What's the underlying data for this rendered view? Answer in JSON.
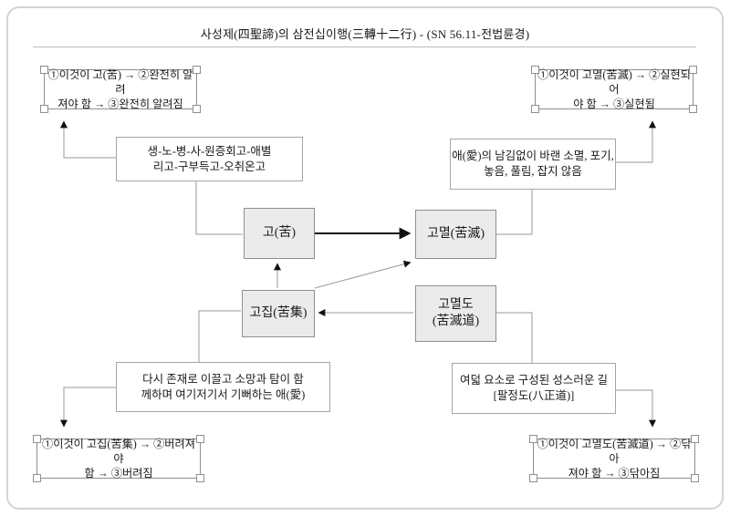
{
  "page": {
    "title": "사성제(四聖諦)의 삼전십이행(三轉十二行) - (SN 56.11-전법륜경)"
  },
  "nodes": {
    "suffering": {
      "label": "고(苦)"
    },
    "cessation": {
      "label": "고멸(苦滅)"
    },
    "origin": {
      "label": "고집(苦集)"
    },
    "path": {
      "line1": "고멸도",
      "line2": "(苦滅道)"
    }
  },
  "descriptions": {
    "suffering_desc": {
      "line1": "생-노-병-사-원증회고-애별",
      "line2": "리고-구부득고-오취온고"
    },
    "cessation_desc": {
      "line1": "애(愛)의 남김없이 바랜 소멸, 포기,",
      "line2": "놓음, 풀림, 잡지 않음"
    },
    "origin_desc": {
      "line1": "다시 존재로 이끌고 소망과 탐이 함",
      "line2": "께하며 여기저기서 기뻐하는 애(愛)"
    },
    "path_desc": {
      "line1": "여덟 요소로 구성된 성스러운 길",
      "line2": "[팔정도(八正道)]"
    }
  },
  "rounds": {
    "suffering_rounds": {
      "line1": "①이것이 고(苦) → ②완전히 알려",
      "line2": "져야 함 → ③완전히 알려짐"
    },
    "cessation_rounds": {
      "line1": "①이것이 고멸(苦滅) → ②실현되어",
      "line2": "야 함 → ③실현됨"
    },
    "origin_rounds": {
      "line1": "①이것이 고집(苦集) → ②버려져야",
      "line2": "함 → ③버려짐"
    },
    "path_rounds": {
      "line1": "①이것이 고멸도(苦滅道) → ②닦아",
      "line2": "져야 함 → ③닦아짐"
    }
  },
  "colors": {
    "node_fill": "#ebebeb",
    "node_border": "#8f8f8f",
    "box_border": "#a6a6a6",
    "thin_line": "#9a9a9a",
    "arrow": "#111111",
    "frame": "#d4d4d4"
  }
}
